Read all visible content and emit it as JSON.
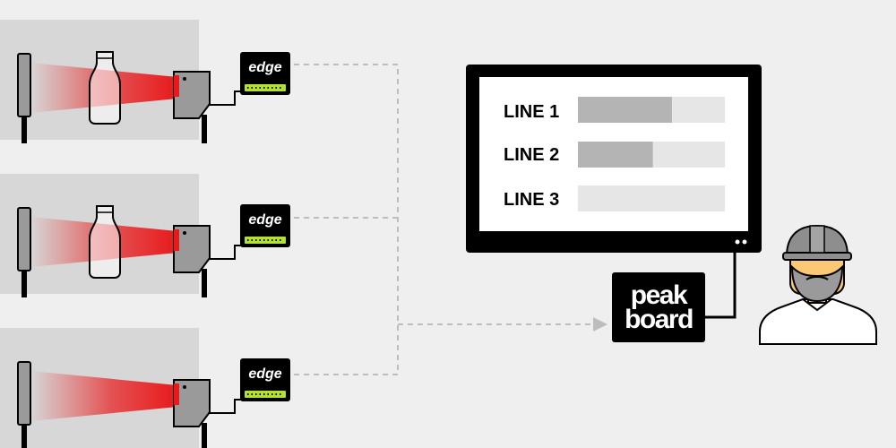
{
  "stations": [
    {
      "id": "station-1",
      "has_bottle": true,
      "edge_label": "edge"
    },
    {
      "id": "station-2",
      "has_bottle": true,
      "edge_label": "edge"
    },
    {
      "id": "station-3",
      "has_bottle": false,
      "edge_label": "edge"
    }
  ],
  "dashboard": {
    "lines": [
      {
        "label": "LINE 1",
        "progress": 0.64
      },
      {
        "label": "LINE 2",
        "progress": 0.51
      },
      {
        "label": "LINE 3",
        "progress": 0.0
      }
    ]
  },
  "hub": {
    "line1": "peak",
    "line2": "board"
  },
  "colors": {
    "laser": "#e8191b",
    "edge_green": "#b4e12b",
    "bar_fill": "#b4b4b4",
    "bar_track": "#e6e6e6",
    "station_bg": "#d7d7d7",
    "background": "#efefef",
    "skin": "#fbc975",
    "helmet": "#8e8e8e"
  },
  "icons": [
    "light-barrier-post-icon",
    "laser-sensor-icon",
    "bottle-icon",
    "edge-device-icon",
    "monitor-icon",
    "peakboard-box-icon",
    "worker-icon"
  ]
}
